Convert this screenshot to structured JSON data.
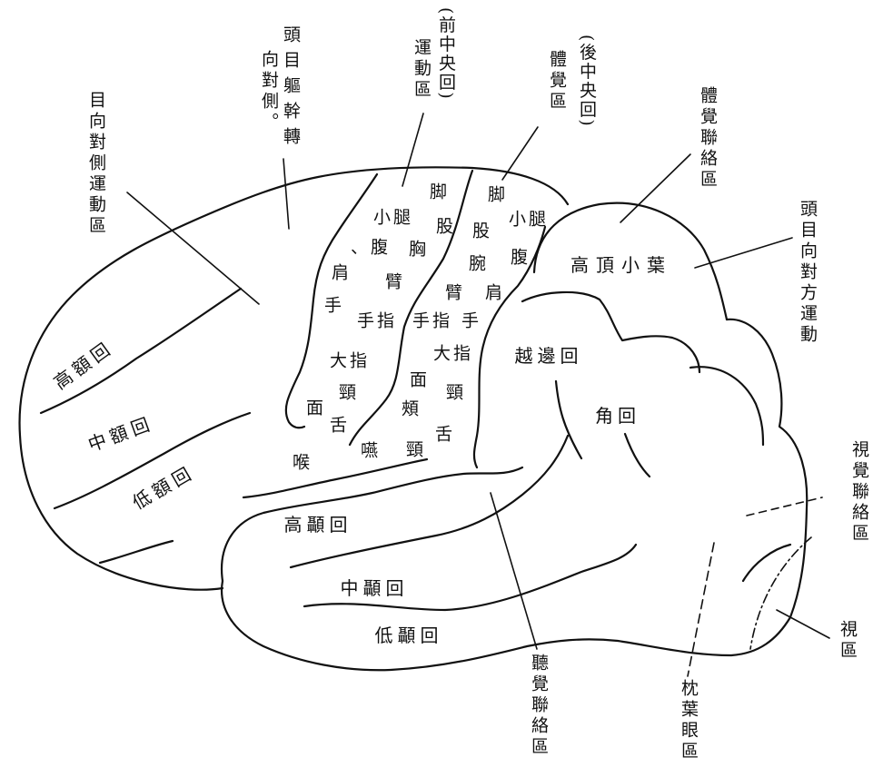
{
  "labels": {
    "head_eye_trunk_line1": "頭目軀幹轉",
    "head_eye_trunk_line2": "向對側。",
    "eye_opposite_motor": "目向對側運動區",
    "precentral_name": "(前中央回)",
    "motor_area": "運動區",
    "postcentral_name": "(後中央回)",
    "somatosensory_area": "體覺區",
    "somatosensory_association": "體覺聯絡區",
    "head_eye_opposite_motion": "頭目向對方運動",
    "visual_association": "視覺聯絡區",
    "visual_area": "視區",
    "occipital_eye_field": "枕葉眼區",
    "auditory_association": "聽覺聯絡區"
  },
  "gyri": {
    "superior_frontal": "高額回",
    "middle_frontal": "中額回",
    "inferior_frontal": "低額回",
    "superior_temporal": "高顳回",
    "middle_temporal": "中顳回",
    "inferior_temporal": "低顳回",
    "superior_parietal": "高頂小葉",
    "supramarginal": "越邊回",
    "angular": "角回"
  },
  "motor_map": [
    "脚",
    "小腿",
    "股",
    "、腹",
    "胸",
    "肩",
    "臂",
    "手",
    "手指",
    "大指",
    "頸",
    "面",
    "舌",
    "喉",
    "嚥"
  ],
  "sensory_map": [
    "脚",
    "小腿",
    "股",
    "腹",
    "腕",
    "臂",
    "肩",
    "手指",
    "手",
    "大指",
    "面",
    "頸",
    "頰",
    "舌",
    "頸"
  ]
}
